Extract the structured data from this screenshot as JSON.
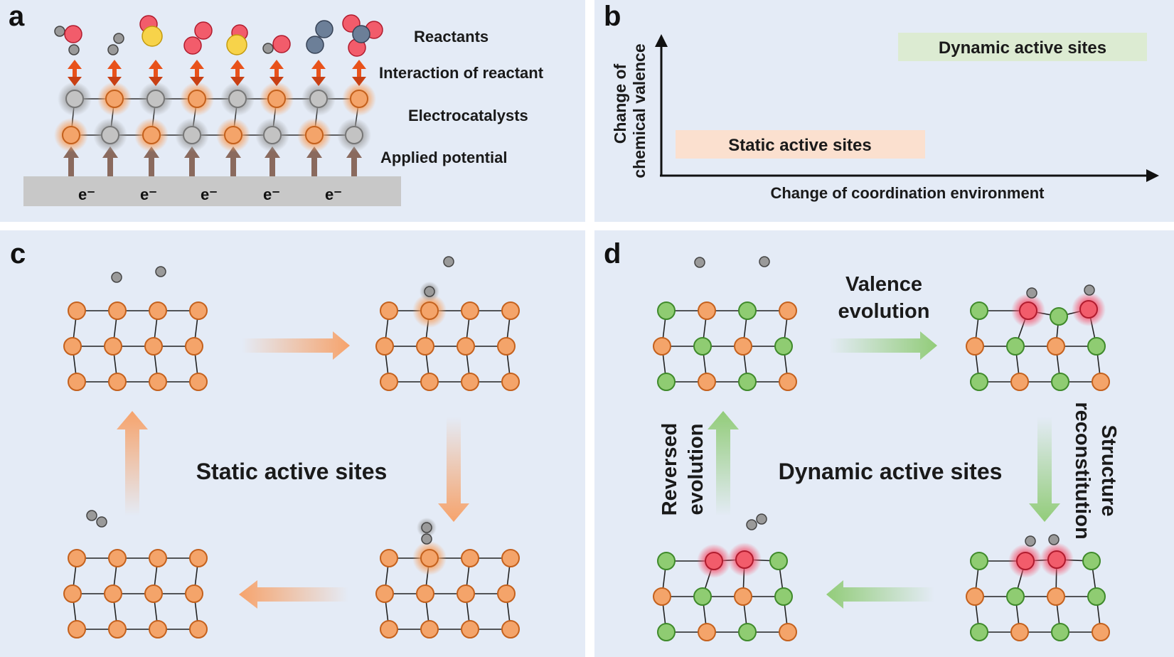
{
  "panels": {
    "a": {
      "letter": "a",
      "labels": {
        "reactants": "Reactants",
        "interaction": "Interaction of reactant",
        "electrocatalysts": "Electrocatalysts",
        "potential": "Applied potential"
      },
      "electron": "e⁻"
    },
    "b": {
      "letter": "b",
      "ylabel_line1": "Change of",
      "ylabel_line2": "chemical valence",
      "xlabel": "Change of coordination environment",
      "dynamic_label": "Dynamic active sites",
      "static_label": "Static active sites"
    },
    "c": {
      "letter": "c",
      "center_label": "Static active sites"
    },
    "d": {
      "letter": "d",
      "center_label": "Dynamic active sites",
      "valence_line1": "Valence",
      "valence_line2": "evolution",
      "structure_line1": "Structure",
      "structure_line2": "reconstitution",
      "reversed_line1": "Reversed",
      "reversed_line2": "evolution"
    }
  },
  "colors": {
    "panel_bg": "#e4ebf6",
    "orange_atom": "#f4a46a",
    "grey_atom": "#c3c3c3",
    "green_atom": "#8fcc72",
    "red_atom": "#f25c6b",
    "yellow_atom": "#f7d34a",
    "blue_atom": "#6c7f98",
    "dynamic_box": "#dcebd2",
    "static_box": "#fbe0cf",
    "substrate": "#c8c8c8"
  }
}
